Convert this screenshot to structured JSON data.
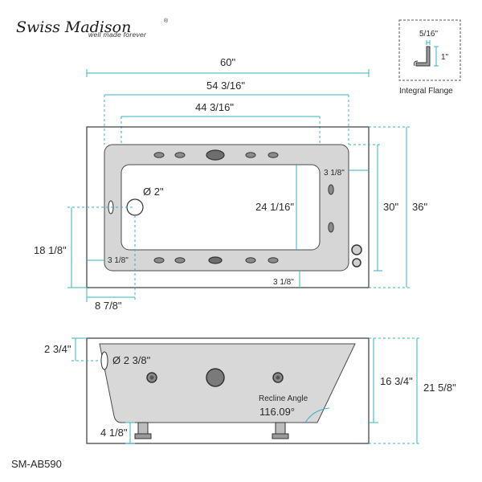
{
  "brand": {
    "name": "Swiss Madison",
    "registered": "®",
    "tagline": "well made forever"
  },
  "model": "SM-AB590",
  "flange": {
    "title": "Integral Flange",
    "thickness": "5/16\"",
    "height": "1\""
  },
  "top_view": {
    "overall_length": "60\"",
    "rim_inner_length": "54 3/16\"",
    "basin_length": "44 3/16\"",
    "overall_width": "36\"",
    "rim_width": "30\"",
    "basin_width": "24 1/16\"",
    "drain_diameter": "Ø 2\"",
    "drain_height": "18 1/8\"",
    "drain_offset": "8 7/8\"",
    "rim_right": "3 1/8\"",
    "rim_left": "3 1/8\"",
    "rim_front": "3 1/8\""
  },
  "side_view": {
    "top_offset": "2 3/4\"",
    "overflow_diameter": "Ø 2 3/8\"",
    "tub_depth": "16 3/4\"",
    "overall_height": "21 5/8\"",
    "leg_height": "4 1/8\"",
    "recline_label": "Recline Angle",
    "recline_value": "116.09°"
  }
}
